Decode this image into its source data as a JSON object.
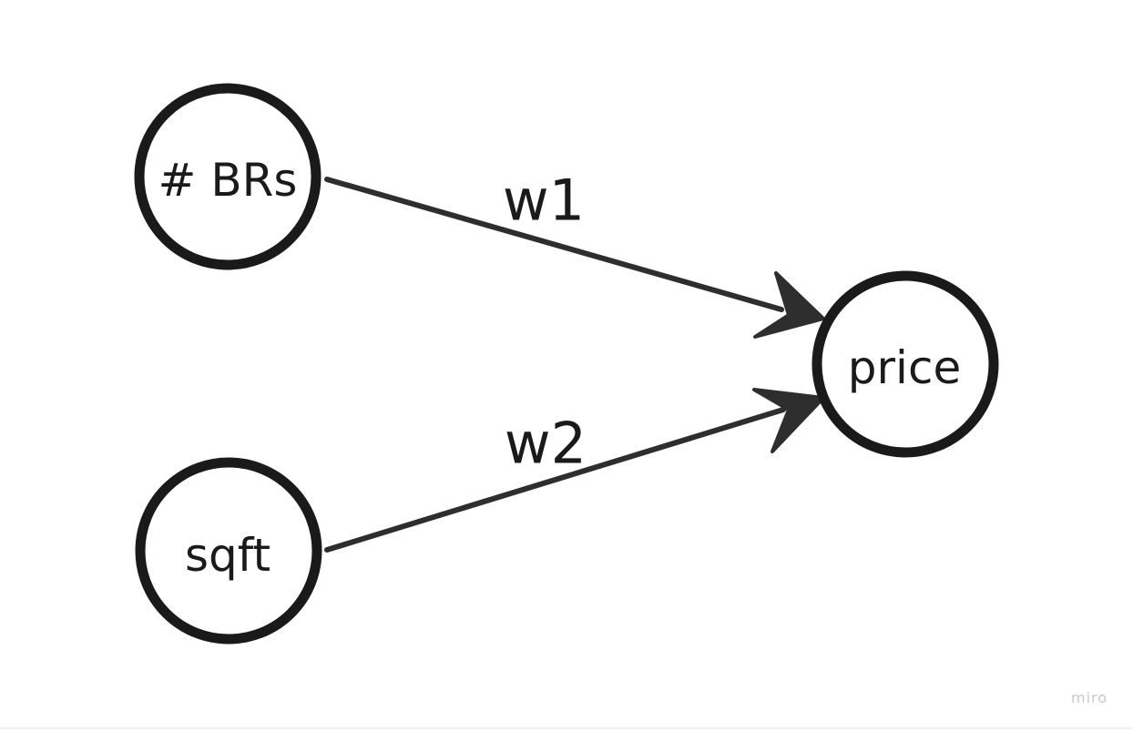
{
  "diagram": {
    "nodes": [
      {
        "id": "brs",
        "label": "# BRs"
      },
      {
        "id": "sqft",
        "label": "sqft"
      },
      {
        "id": "price",
        "label": "price"
      }
    ],
    "edges": [
      {
        "from": "brs",
        "to": "price",
        "label": "w1"
      },
      {
        "from": "sqft",
        "to": "price",
        "label": "w2"
      }
    ]
  },
  "watermark": "miro",
  "colors": {
    "stroke": "#1a1a1a",
    "arrow": "#2e2e2e",
    "background": "#ffffff",
    "watermark": "#c9c9c9"
  }
}
